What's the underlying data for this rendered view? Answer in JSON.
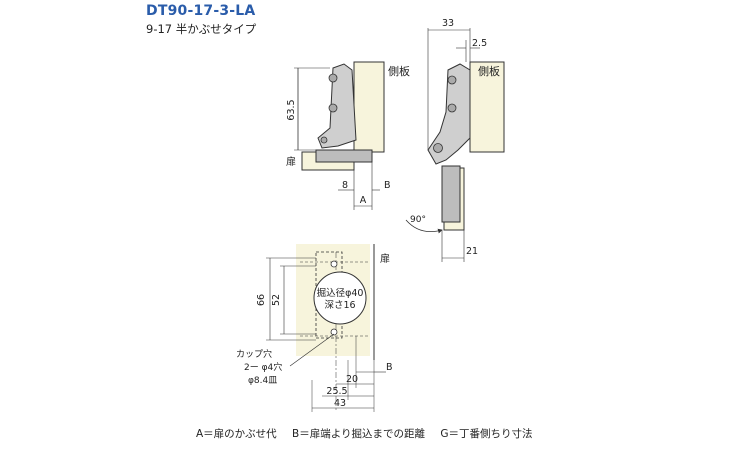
{
  "header": {
    "model": "DT90-17-3-LA",
    "subtitle": "9-17 半かぶせタイプ"
  },
  "colors": {
    "title": "#2a5caa",
    "panel": "#f7f4dc",
    "metal": "#c9c9c9",
    "line": "#333333"
  },
  "labels": {
    "side_panel_left": "側板",
    "side_panel_right": "側板",
    "door_left": "扉",
    "door_bottom": "扉",
    "cup_hole": "カップ穴",
    "hole_spec_1": "2ー φ4穴",
    "hole_spec_2": "φ8.4皿",
    "bore_1": "掘込径φ40",
    "bore_2": "深さ16",
    "letter_a": "A",
    "letter_b_top": "B",
    "letter_b_bottom": "B",
    "angle": "90°"
  },
  "dimensions": {
    "d_63_5": "63.5",
    "d_8": "8",
    "d_33": "33",
    "d_2_5": "2.5",
    "d_21": "21",
    "d_66": "66",
    "d_52": "52",
    "d_20": "20",
    "d_25_5": "25.5",
    "d_43": "43"
  },
  "legend": {
    "a": "A＝扉のかぶせ代",
    "b": "B＝扉端より掘込までの距離",
    "g": "G＝丁番側ちり寸法"
  }
}
